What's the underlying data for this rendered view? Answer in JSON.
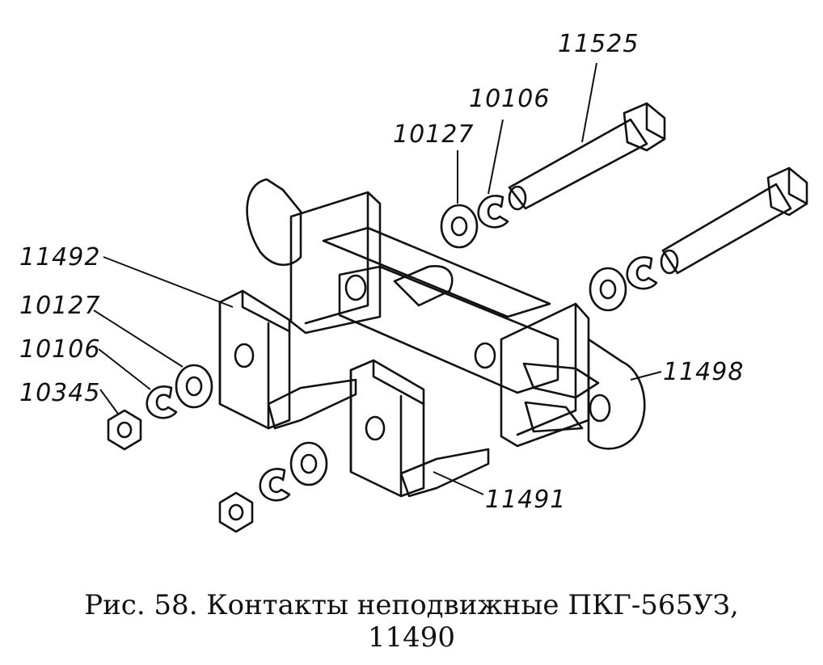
{
  "labels": {
    "bolt": "11525",
    "spring_washer_top": "10106",
    "flat_washer_top": "10127",
    "contact_left": "11492",
    "flat_washer_left": "10127",
    "spring_washer_left": "10106",
    "nut_left": "10345",
    "body": "11498",
    "contact_right": "11491"
  },
  "caption": {
    "line1": "Рис.  58.  Контакты неподвижные ПКГ-565УЗ,",
    "line2": "11490"
  },
  "colors": {
    "ink": "#111111",
    "paper": "#ffffff"
  }
}
